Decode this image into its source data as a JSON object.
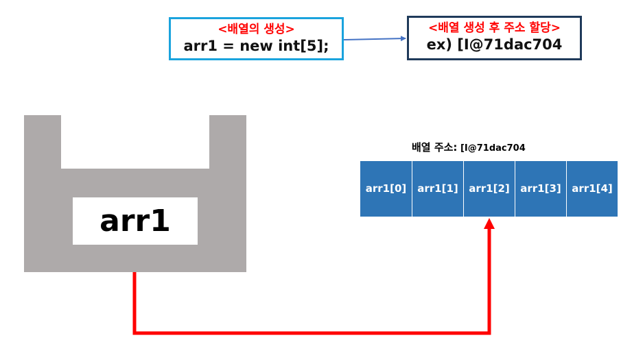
{
  "array_creation": {
    "heading": "<배열의 생성>",
    "code": "arr1  = new int[5];"
  },
  "array_allocation": {
    "heading": "<배열 생성 후 주소 할당>",
    "example": "ex) [I@71dac704"
  },
  "variable": {
    "name": "arr1"
  },
  "array_memory": {
    "address_label": "배열 주소:",
    "address_value": " [I@71dac704",
    "cells": [
      "arr1[0]",
      "arr1[1]",
      "arr1[2]",
      "arr1[3]",
      "arr1[4]"
    ]
  },
  "colors": {
    "creation_border": "#1aa3dd",
    "allocation_border": "#1f3a5a",
    "heading_text": "#ff0000",
    "stack_fill": "#aeaaaa",
    "array_fill": "#2e75b6",
    "reference_arrow": "#ff0000",
    "flow_arrow": "#4472c4"
  }
}
